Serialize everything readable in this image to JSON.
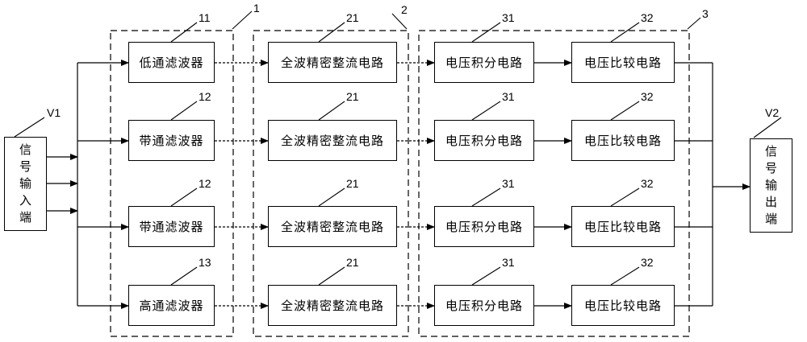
{
  "groups": [
    {
      "label": "1"
    },
    {
      "label": "2"
    },
    {
      "label": "3"
    }
  ],
  "input": {
    "text": "信号输入端",
    "label": "V1"
  },
  "output": {
    "text": "信号输出端",
    "label": "V2"
  },
  "rows": [
    {
      "filter": {
        "text": "低通滤波器",
        "label": "11"
      },
      "rectifier": {
        "text": "全波精密整流电路",
        "label": "21"
      },
      "integrator": {
        "text": "电压积分电路",
        "label": "31"
      },
      "comparator": {
        "text": "电压比较电路",
        "label": "32"
      }
    },
    {
      "filter": {
        "text": "带通滤波器",
        "label": "12"
      },
      "rectifier": {
        "text": "全波精密整流电路",
        "label": "21"
      },
      "integrator": {
        "text": "电压积分电路",
        "label": "31"
      },
      "comparator": {
        "text": "电压比较电路",
        "label": "32"
      }
    },
    {
      "filter": {
        "text": "带通滤波器",
        "label": "12"
      },
      "rectifier": {
        "text": "全波精密整流电路",
        "label": "21"
      },
      "integrator": {
        "text": "电压积分电路",
        "label": "31"
      },
      "comparator": {
        "text": "电压比较电路",
        "label": "32"
      }
    },
    {
      "filter": {
        "text": "高通滤波器",
        "label": "13"
      },
      "rectifier": {
        "text": "全波精密整流电路",
        "label": "21"
      },
      "integrator": {
        "text": "电压积分电路",
        "label": "31"
      },
      "comparator": {
        "text": "电压比较电路",
        "label": "32"
      }
    }
  ]
}
